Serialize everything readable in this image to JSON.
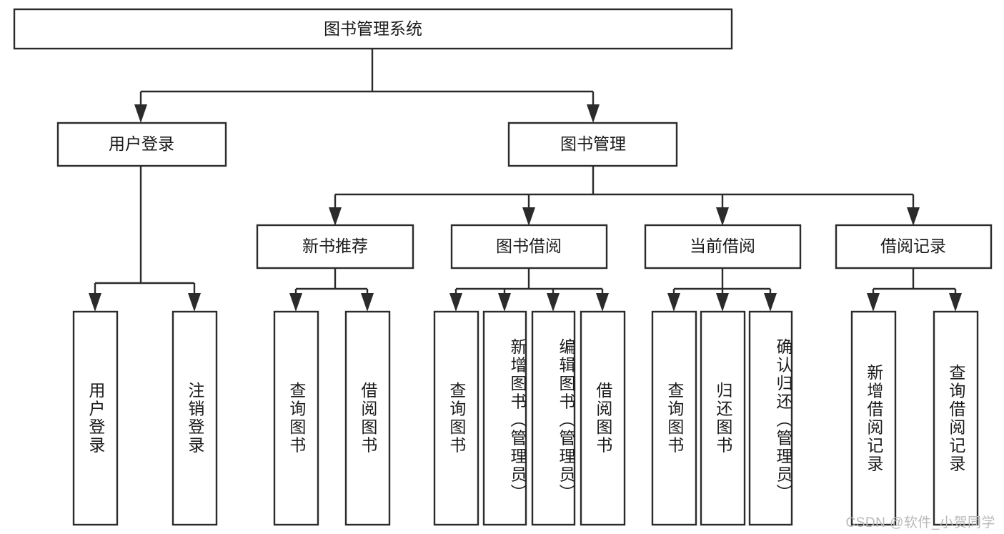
{
  "diagram": {
    "title": "图书管理系统",
    "type": "tree-hierarchy-chart",
    "orientation": "top-down",
    "colors": {
      "stroke": "#2b2b2b",
      "fill": "#ffffff",
      "text": "#1a1a1a",
      "background": "#ffffff",
      "watermark": "#b9b9b9"
    },
    "root": {
      "label": "图书管理系统"
    },
    "level2": [
      {
        "label": "用户登录"
      },
      {
        "label": "图书管理"
      }
    ],
    "level3": [
      {
        "label": "新书推荐"
      },
      {
        "label": "图书借阅"
      },
      {
        "label": "当前借阅"
      },
      {
        "label": "借阅记录"
      }
    ],
    "leaves": {
      "user_login": [
        {
          "label": "用户登录"
        },
        {
          "label": "注销登录"
        }
      ],
      "new_book_recommend": [
        {
          "label": "查询图书"
        },
        {
          "label": "借阅图书"
        }
      ],
      "book_borrow": [
        {
          "label": "查询图书"
        },
        {
          "label": "新增图书（管理员）"
        },
        {
          "label": "编辑图书（管理员）"
        },
        {
          "label": "借阅图书"
        }
      ],
      "current_borrow": [
        {
          "label": "查询图书"
        },
        {
          "label": "归还图书"
        },
        {
          "label": "确认归还（管理员）"
        }
      ],
      "borrow_record": [
        {
          "label": "新增借阅记录"
        },
        {
          "label": "查询借阅记录"
        }
      ]
    }
  },
  "watermark": {
    "text": "CSDN @软件_小贺同学"
  }
}
